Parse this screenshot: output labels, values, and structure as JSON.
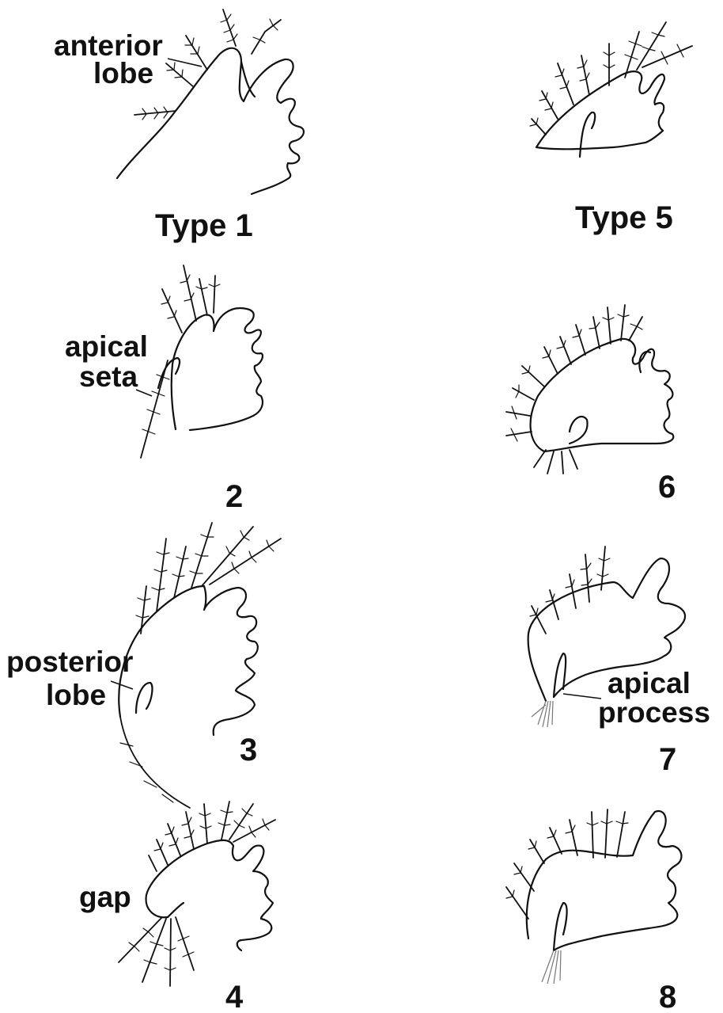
{
  "figure": {
    "panels": [
      {
        "id": "1",
        "label": "Type 1",
        "annotations": [
          "anterior",
          "lobe"
        ]
      },
      {
        "id": "2",
        "label": "2",
        "annotations": [
          "apical",
          "seta"
        ]
      },
      {
        "id": "3",
        "label": "3",
        "annotations": [
          "posterior",
          "lobe"
        ]
      },
      {
        "id": "4",
        "label": "4",
        "annotations": [
          "gap"
        ]
      },
      {
        "id": "5",
        "label": "Type 5",
        "annotations": []
      },
      {
        "id": "6",
        "label": "6",
        "annotations": []
      },
      {
        "id": "7",
        "label": "7",
        "annotations": [
          "apical",
          "process"
        ]
      },
      {
        "id": "8",
        "label": "8",
        "annotations": []
      }
    ]
  }
}
